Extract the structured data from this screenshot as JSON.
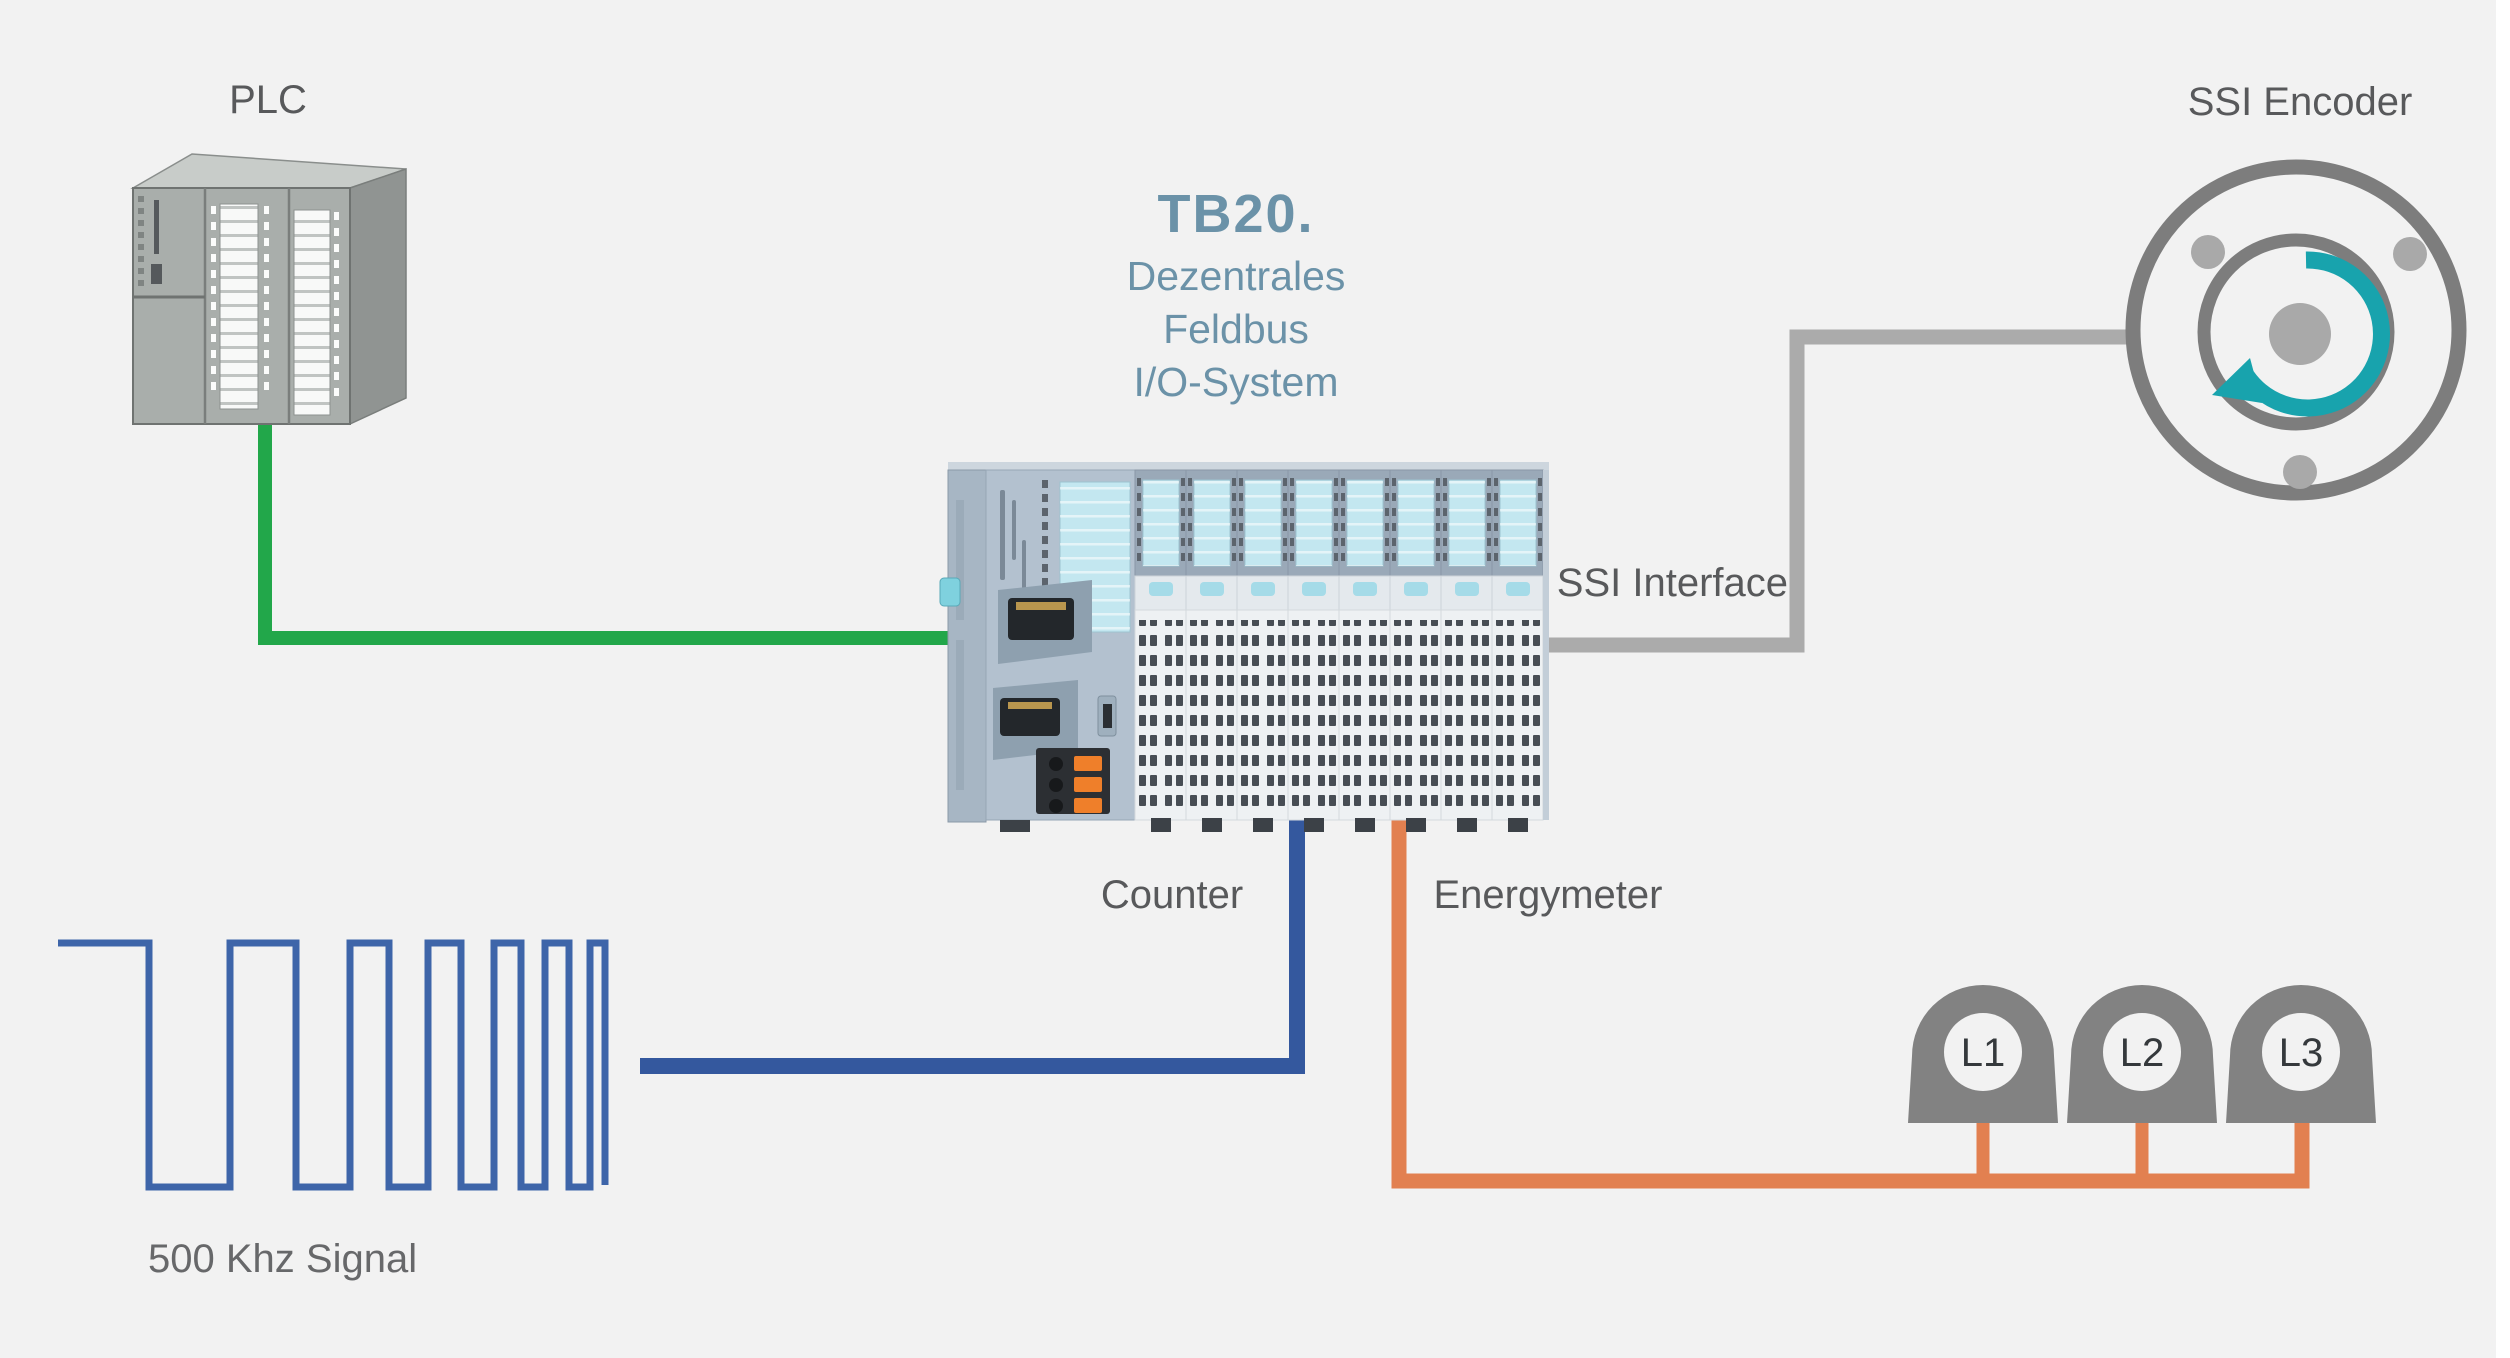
{
  "labels": {
    "plc": "PLC",
    "ssi_encoder": "SSI Encoder",
    "ssi_interface": "SSI Interface",
    "counter": "Counter",
    "energymeter": "Energymeter",
    "signal": "500 Khz Signal"
  },
  "title": {
    "main": "TB20.",
    "subtitle_lines": [
      "Dezentrales",
      "Feldbus",
      "I/O-System"
    ]
  },
  "transformers": [
    {
      "label": "L1"
    },
    {
      "label": "L2"
    },
    {
      "label": "L3"
    }
  ],
  "colors": {
    "background": "#f2f2f2",
    "title_blue": "#6b92a8",
    "label_gray": "#58595b",
    "signal_gray": "#67686a",
    "green": "#22a74a",
    "wave_blue": "#3e65a9",
    "counter_blue": "#34589e",
    "orange": "#e28050",
    "cable_gray": "#ababab",
    "ring_gray": "#7d7d7d",
    "dot_gray": "#a9a9a9",
    "teal": "#18a3ad",
    "ct_gray": "#828282",
    "plc_front": "#a9aeab",
    "plc_top": "#c8ccc9",
    "plc_side": "#909492",
    "module_head": "#b3c1cf",
    "module_plate": "#a7b6c4",
    "module_top_band": "#9aa9b8",
    "module_cyan": "#c3e7f0",
    "module_body": "#eef1f3",
    "module_slot": "#474d54",
    "terminal_orange": "#ef7f2a",
    "teal_clip": "#7fd1de"
  }
}
